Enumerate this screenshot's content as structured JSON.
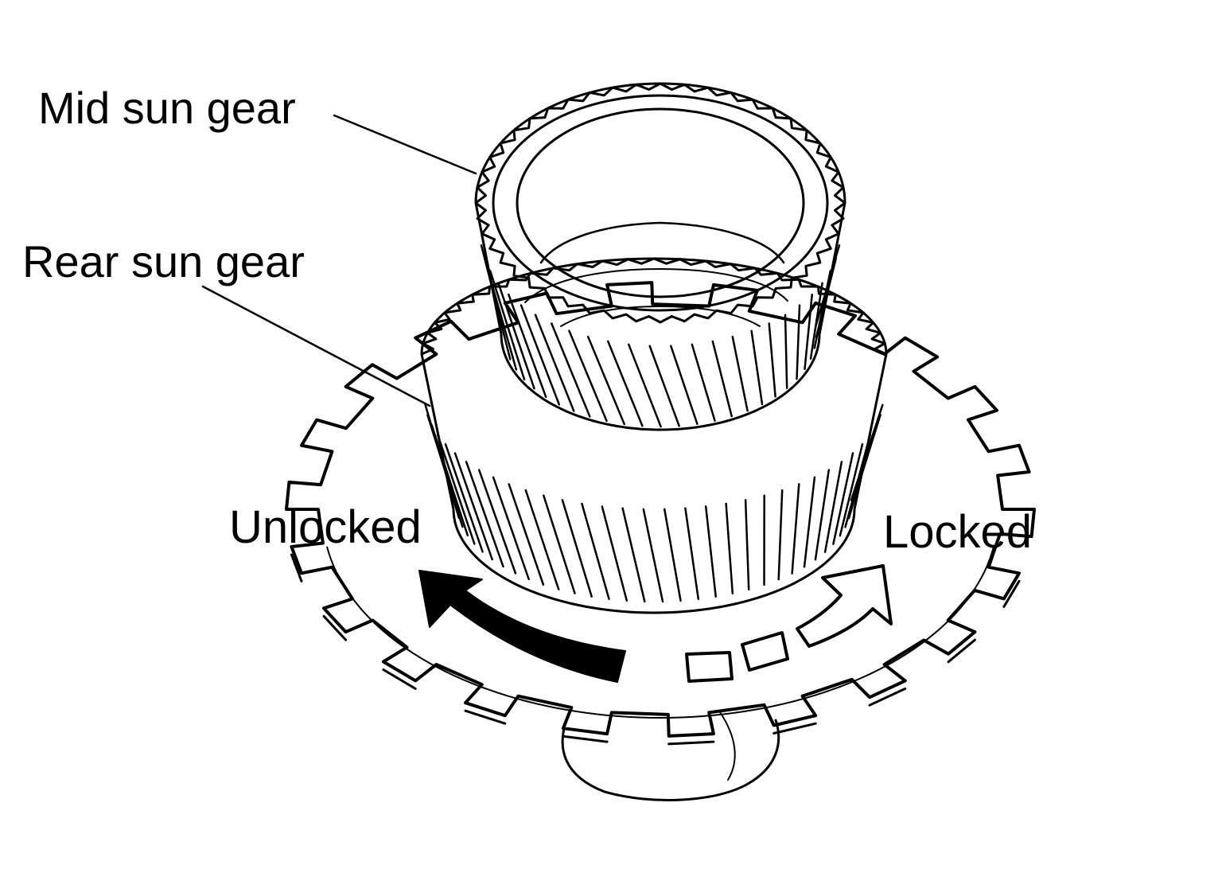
{
  "labels": {
    "mid_sun_gear": "Mid sun gear",
    "rear_sun_gear": "Rear sun gear",
    "unlocked": "Unlocked",
    "locked": "Locked"
  },
  "colors": {
    "ink": "#000000",
    "paper": "#ffffff"
  }
}
